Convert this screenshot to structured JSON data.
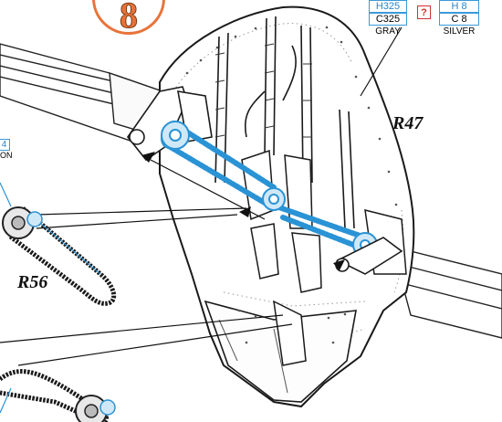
{
  "step_number": "8",
  "paints": [
    {
      "codes": [
        "H325",
        "C325"
      ],
      "name": "GRAY"
    },
    {
      "codes": [
        "H 8",
        "C 8"
      ],
      "name": "SILVER"
    }
  ],
  "unknown_mark": "?",
  "cut_paint": {
    "code": "4",
    "name_fragment": "ON"
  },
  "parts": {
    "r47": "R47",
    "r56": "R56"
  },
  "colors": {
    "accent": "#e8733a",
    "chain": "#2a93d5",
    "paint_box": "#3a9ad9"
  }
}
